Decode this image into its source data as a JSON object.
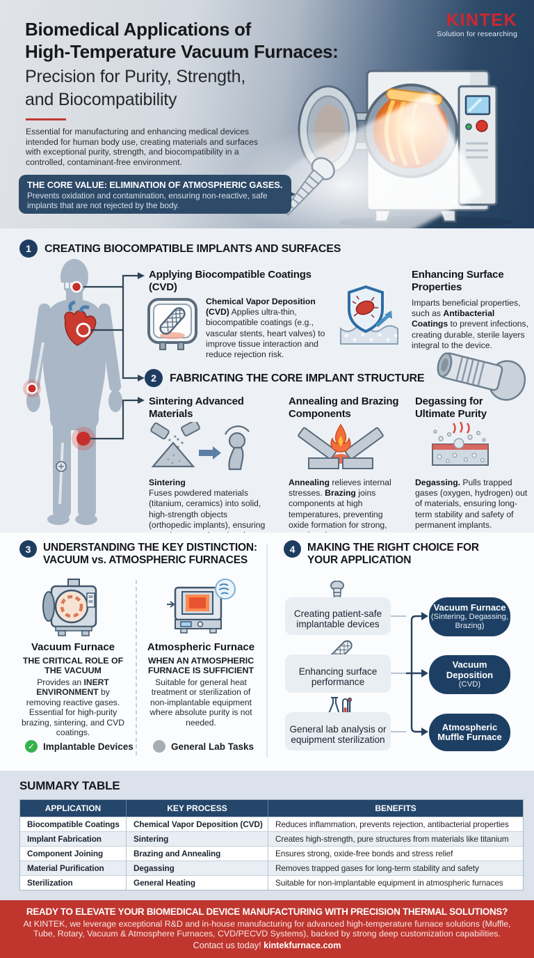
{
  "brand": {
    "name": "KINTEK",
    "tagline": "Solution for researching"
  },
  "header": {
    "title1": "Biomedical Applications of",
    "title2": "High-Temperature Vacuum Furnaces:",
    "subtitle1": "Precision for Purity, Strength,",
    "subtitle2": "and Biocompatibility",
    "intro": "Essential for manufacturing and enhancing medical devices intended for human body use, creating materials and surfaces with exceptional purity, strength, and biocompatibility in a controlled, contaminant-free environment.",
    "core_title": "THE CORE VALUE: ELIMINATION OF ATMOSPHERIC GASES.",
    "core_body": "Prevents oxidation and contamination, ensuring non-reactive, safe implants that are not rejected by the body."
  },
  "section1": {
    "number": "1",
    "title": "CREATING BIOCOMPATIBLE IMPLANTS AND SURFACES",
    "cvd_heading": "Applying Biocompatible Coatings (CVD)",
    "cvd_term": "Chemical Vapor Deposition (CVD)",
    "cvd_desc": "Applies ultra-thin, biocompatible coatings (e.g., vascular stents, heart valves) to improve tissue interaction and reduce rejection risk.",
    "surface_heading": "Enhancing Surface Properties",
    "surface_pre": "Imparts beneficial properties, such as",
    "surface_term": "Antibacterial Coatings",
    "surface_post": "to prevent infections, creating durable, sterile layers integral to the device."
  },
  "section2": {
    "number": "2",
    "title": "FABRICATING THE CORE IMPLANT STRUCTURE",
    "sintering": {
      "heading": "Sintering Advanced Materials",
      "term": "Sintering",
      "desc": "Fuses powdered materials (titanium, ceramics) into solid, high-strength objects (orthopedic implants), ensuring superior strength and purity."
    },
    "annealing": {
      "heading": "Annealing and Brazing Components",
      "term1": "Annealing",
      "mid": "relieves internal stresses.",
      "term2": "Brazing",
      "desc": "joins components at high temperatures, preventing oxide formation for strong, pure bonds."
    },
    "degassing": {
      "heading": "Degassing for Ultimate Purity",
      "term": "Degassing.",
      "desc": "Pulls trapped gases (oxygen, hydrogen) out of materials, ensuring long-term stability and safety of permanent implants."
    }
  },
  "section3": {
    "number": "3",
    "title1": "UNDERSTANDING THE KEY DISTINCTION:",
    "title2": "VACUUM vs. ATMOSPHERIC FURNACES",
    "vacuum": {
      "name": "Vacuum Furnace",
      "subhead": "THE CRITICAL ROLE OF THE VACUUM",
      "body_pre": "Provides an",
      "body_bold": "INERT ENVIRONMENT",
      "body_post": "by removing reactive gases. Essential for high-purity brazing, sintering, and CVD coatings.",
      "tag": "Implantable Devices"
    },
    "atmospheric": {
      "name": "Atmospheric Furnace",
      "subhead": "WHEN AN ATMOSPHERIC FURNACE IS SUFFICIENT",
      "body": "Suitable for general heat treatment or sterilization of non-implantable equipment where absolute purity is not needed.",
      "tag": "General Lab Tasks"
    }
  },
  "section4": {
    "number": "4",
    "title1": "MAKING THE RIGHT CHOICE FOR",
    "title2": "YOUR APPLICATION",
    "rows": [
      {
        "need": "Creating patient-safe implantable devices",
        "solution": "Vacuum Furnace",
        "detail": "(Sintering, Degassing, Brazing)"
      },
      {
        "need": "Enhancing surface performance",
        "solution": "Vacuum Deposition",
        "detail": "(CVD)"
      },
      {
        "need": "General lab analysis or equipment sterilization",
        "solution": "Atmospheric Muffle Furnace",
        "detail": ""
      }
    ]
  },
  "summary": {
    "title": "SUMMARY TABLE",
    "headers": [
      "APPLICATION",
      "KEY PROCESS",
      "BENEFITS"
    ],
    "rows": [
      [
        "Biocompatible Coatings",
        "Chemical Vapor Deposition (CVD)",
        "Reduces inflammation, prevents rejection, antibacterial properties"
      ],
      [
        "Implant Fabrication",
        "Sintering",
        "Creates high-strength, pure structures from materials like titanium"
      ],
      [
        "Component Joining",
        "Brazing and Annealing",
        "Ensures strong, oxide-free bonds and stress relief"
      ],
      [
        "Material Purification",
        "Degassing",
        "Removes trapped gases for long-term stability and safety"
      ],
      [
        "Sterilization",
        "General Heating",
        "Suitable for non-implantable equipment in atmospheric furnaces"
      ]
    ]
  },
  "footer": {
    "headline": "READY TO ELEVATE YOUR BIOMEDICAL DEVICE MANUFACTURING WITH PRECISION THERMAL SOLUTIONS?",
    "body": "At KINTEK, we leverage exceptional R&D and in-house manufacturing for advanced high-temperature furnace solutions (Muffle, Tube, Rotary, Vacuum & Atmosphere Furnaces, CVD/PECVD Systems), backed by strong deep customization capabilities.",
    "contact_pre": "Contact us today!",
    "contact_site": "kintekfurnace.com"
  },
  "icons": {
    "check-icon": "✓",
    "dot-icon": "●",
    "arrow-right-icon": "→"
  },
  "colors": {
    "brand_red": "#d2262e",
    "accent_red": "#bf3a35",
    "footer_red": "#c0362f",
    "navy": "#1e3c60",
    "core_box_navy": "#2d4a68",
    "table_header_navy": "#24466b",
    "solution_box_navy": "#1d3f63",
    "check_green": "#34b24a",
    "neutral_gray": "#a7adb3",
    "section_bg_light": "#edf1f5",
    "summary_bg": "#dbe2eb"
  }
}
